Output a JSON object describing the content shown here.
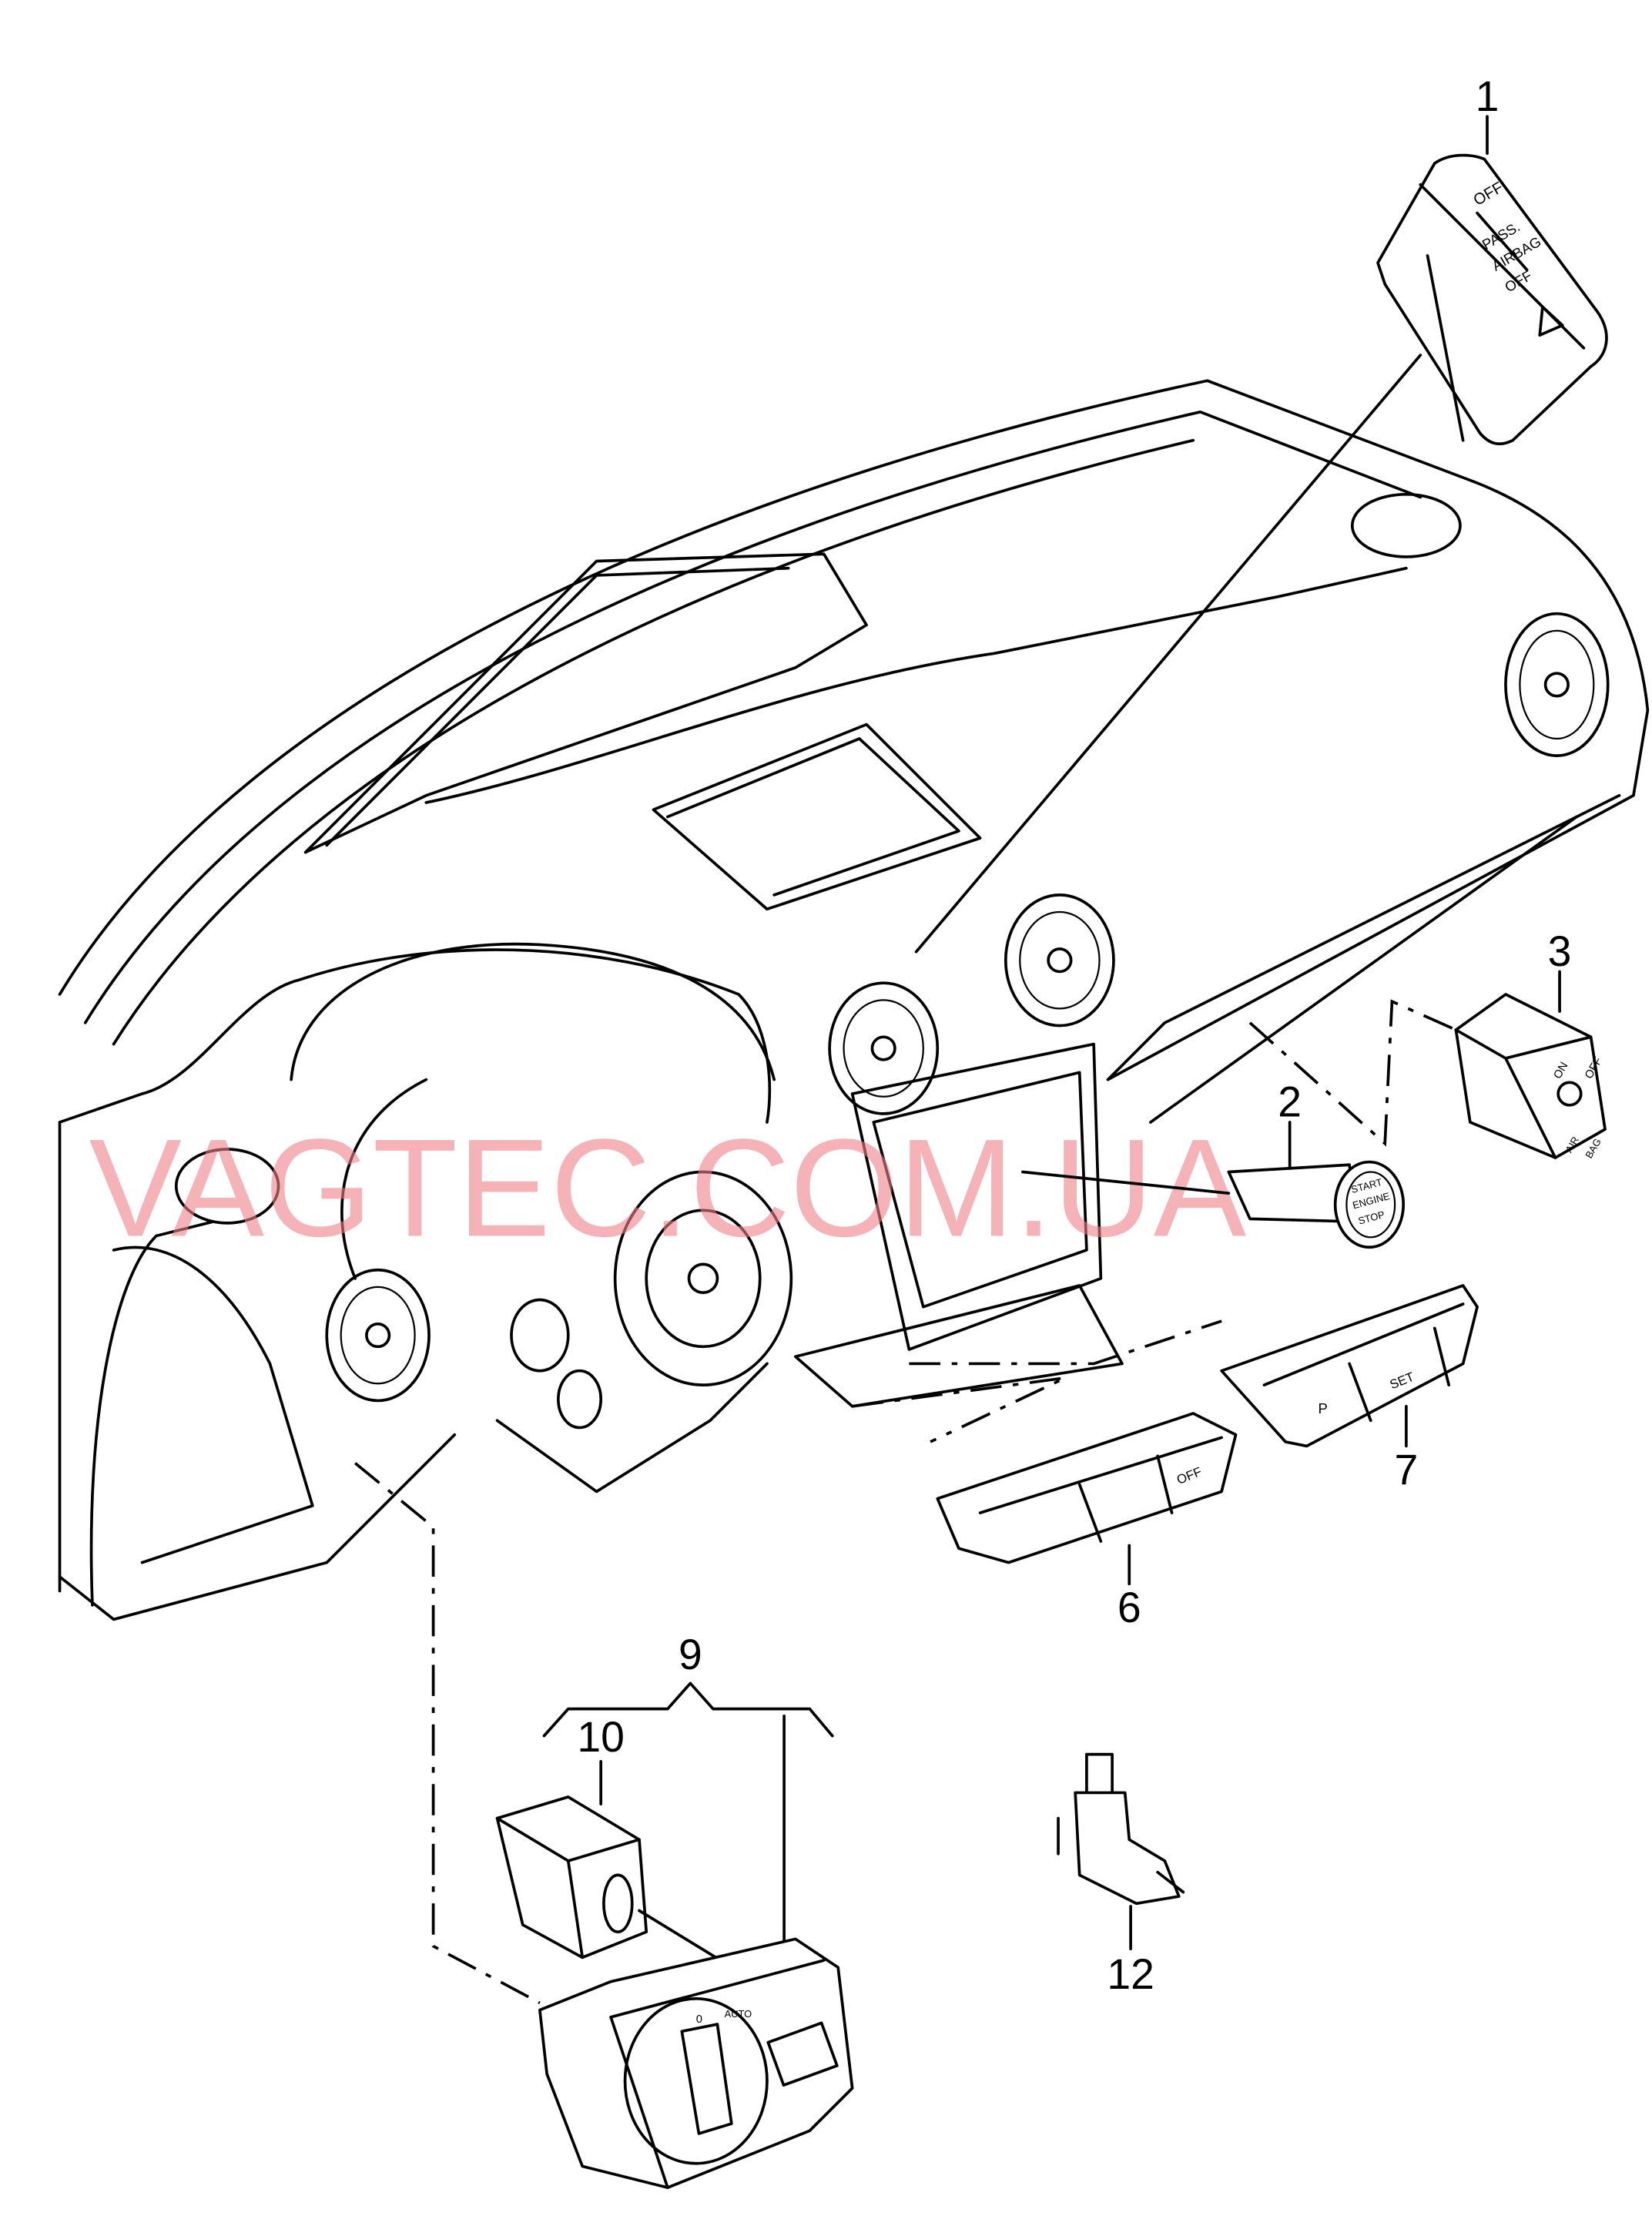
{
  "watermark": "VAGTEC.COM.UA",
  "callouts": {
    "p1": "1",
    "p2": "2",
    "p3": "3",
    "p6": "6",
    "p7": "7",
    "p9": "9",
    "p10": "10",
    "p12": "12"
  },
  "part1": {
    "off": "OFF",
    "line1": "PASS.",
    "line2": "AIRBAG",
    "line3": "OFF"
  },
  "part2": {
    "line1": "START",
    "line2": "ENGINE",
    "line3": "STOP"
  },
  "part3": {
    "on": "ON",
    "off": "OFF",
    "line1": "AIR",
    "line2": "BAG"
  },
  "part6": {
    "off": "OFF"
  },
  "part7": {
    "set": "SET"
  },
  "part9": {
    "auto": "AUTO",
    "zero": "0"
  }
}
